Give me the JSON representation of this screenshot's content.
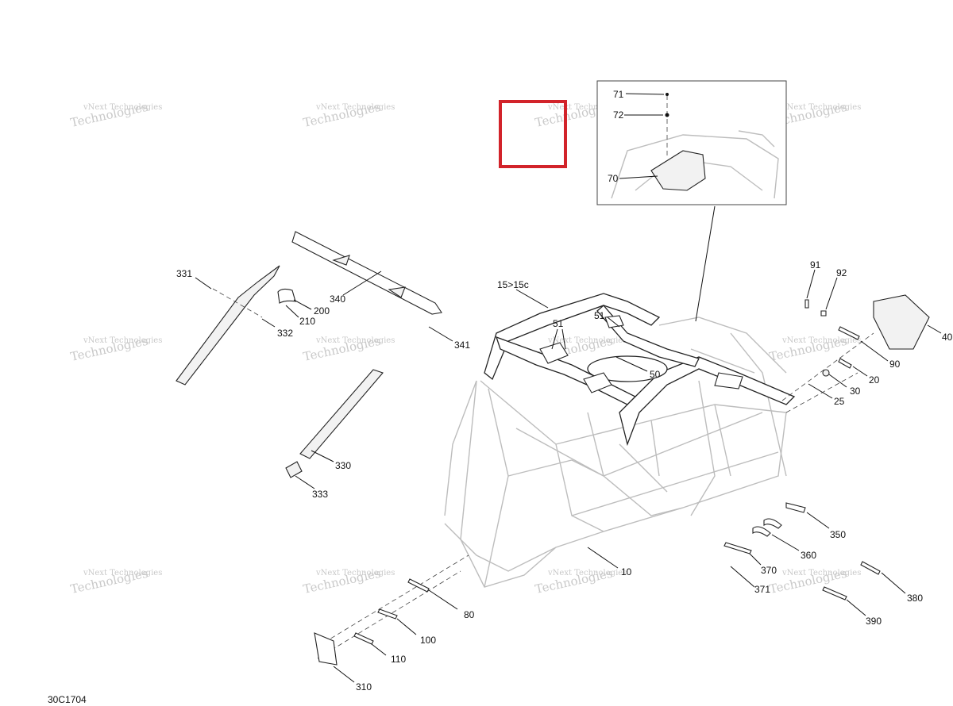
{
  "drawing_id": "30C1704",
  "watermark": {
    "line1": "vNext Technologies",
    "line2": "Technologies",
    "line3": "vNext"
  },
  "callouts": {
    "c71": "71",
    "c72": "72",
    "c70": "70",
    "c15": "15>15c",
    "c51a": "51",
    "c51b": "51",
    "c50": "50",
    "c91": "91",
    "c92": "92",
    "c40": "40",
    "c90": "90",
    "c20": "20",
    "c30": "30",
    "c25": "25",
    "c331": "331",
    "c332": "332",
    "c200": "200",
    "c210": "210",
    "c340": "340",
    "c341": "341",
    "c330": "330",
    "c333": "333",
    "c350": "350",
    "c360": "360",
    "c370": "370",
    "c371": "371",
    "c380": "380",
    "c390": "390",
    "c10": "10",
    "c80": "80",
    "c100": "100",
    "c110": "110",
    "c310": "310"
  },
  "colors": {
    "highlight": "#d2232a",
    "line": "#222222",
    "ghost_frame": "#bdbdbd",
    "watermark": "#c9c9c9"
  }
}
